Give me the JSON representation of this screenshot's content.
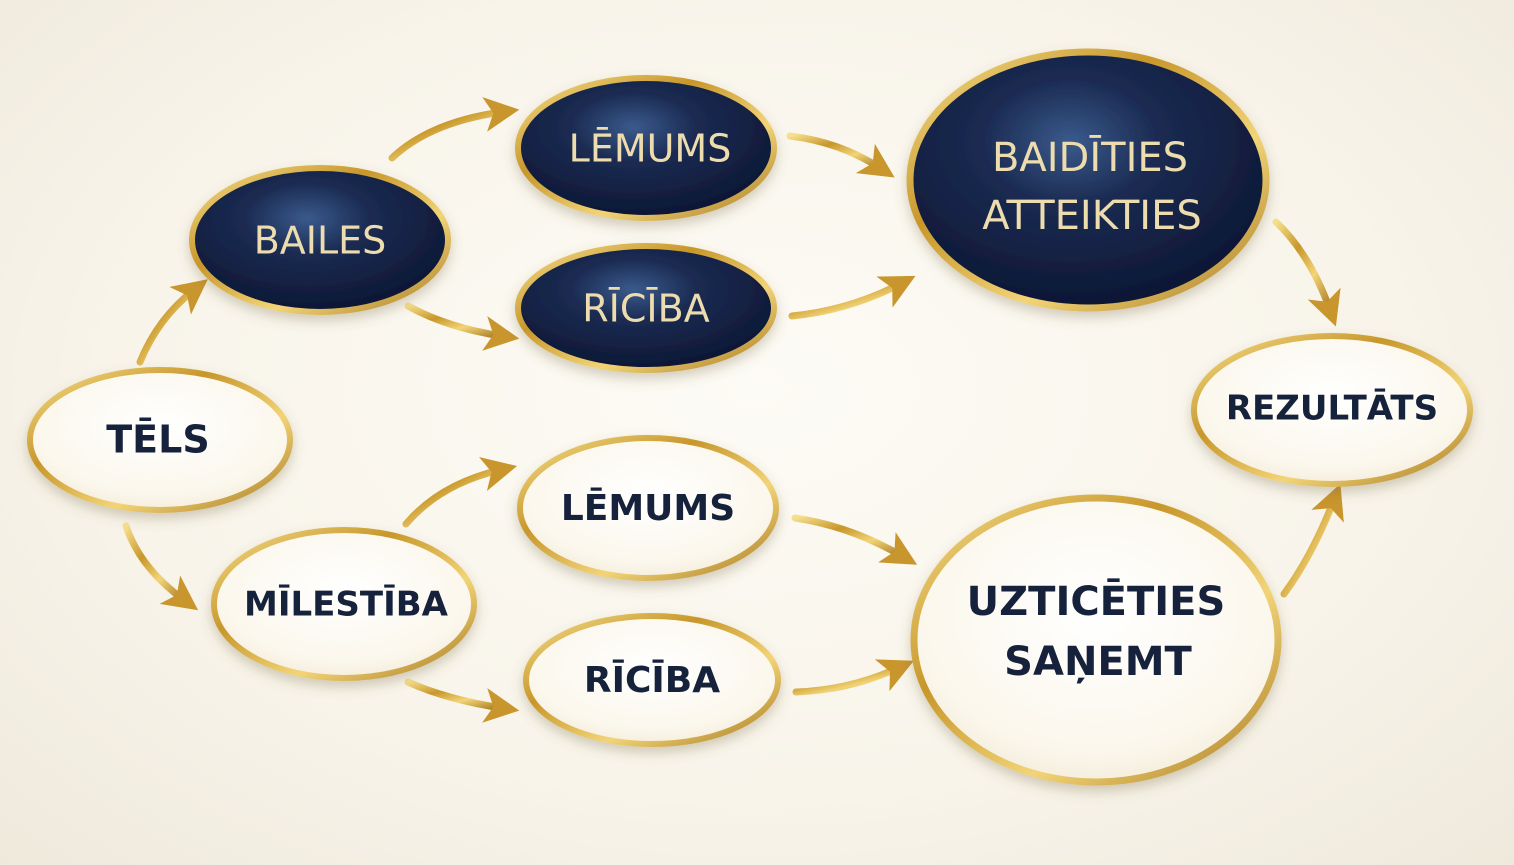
{
  "nodes": {
    "tels": {
      "label": "TĒLS"
    },
    "bailes": {
      "label": "BAILES"
    },
    "milestiba": {
      "label": "MĪLESTĪBA"
    },
    "lemums_fear": {
      "label": "LĒMUMS"
    },
    "riciba_fear": {
      "label": "RĪCĪBA"
    },
    "lemums_love": {
      "label": "LĒMUMS"
    },
    "riciba_love": {
      "label": "RĪCĪBA"
    },
    "baidities": {
      "line1": "BAIDĪTIES",
      "line2": "ATTEIKTIES"
    },
    "uzticeties": {
      "line1": "UZTICĒTIES",
      "line2": "SAŅEMT"
    },
    "rezultats": {
      "label": "REZULTĀTS"
    }
  },
  "colors": {
    "dark_fill": "#0f1a36",
    "gold": "#d4a93c",
    "light_fill": "#fbf8ef",
    "dark_text": "#ecdcae",
    "light_text": "#16213a"
  }
}
